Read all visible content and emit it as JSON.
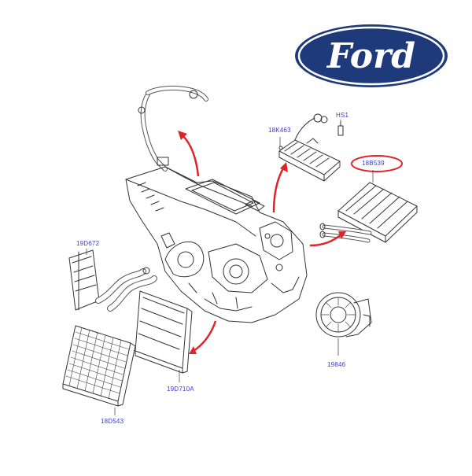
{
  "brand": {
    "name": "Ford",
    "colors": {
      "oval": "#1f3a7a",
      "oval_rim": "#ffffff",
      "text": "#ffffff"
    }
  },
  "colors": {
    "label": "#3a3ad0",
    "arrow": "#e0242a",
    "highlight": "#e0242a",
    "line": "#333333"
  },
  "parts": [
    {
      "id": "18K463",
      "label": "18K463"
    },
    {
      "id": "HS1",
      "label": "HS1"
    },
    {
      "id": "18B539",
      "label": "18B539",
      "highlighted": true
    },
    {
      "id": "19D672",
      "label": "19D672"
    },
    {
      "id": "19846",
      "label": "19846"
    },
    {
      "id": "19D710A",
      "label": "19D710A"
    },
    {
      "id": "18D543",
      "label": "18D543"
    }
  ]
}
